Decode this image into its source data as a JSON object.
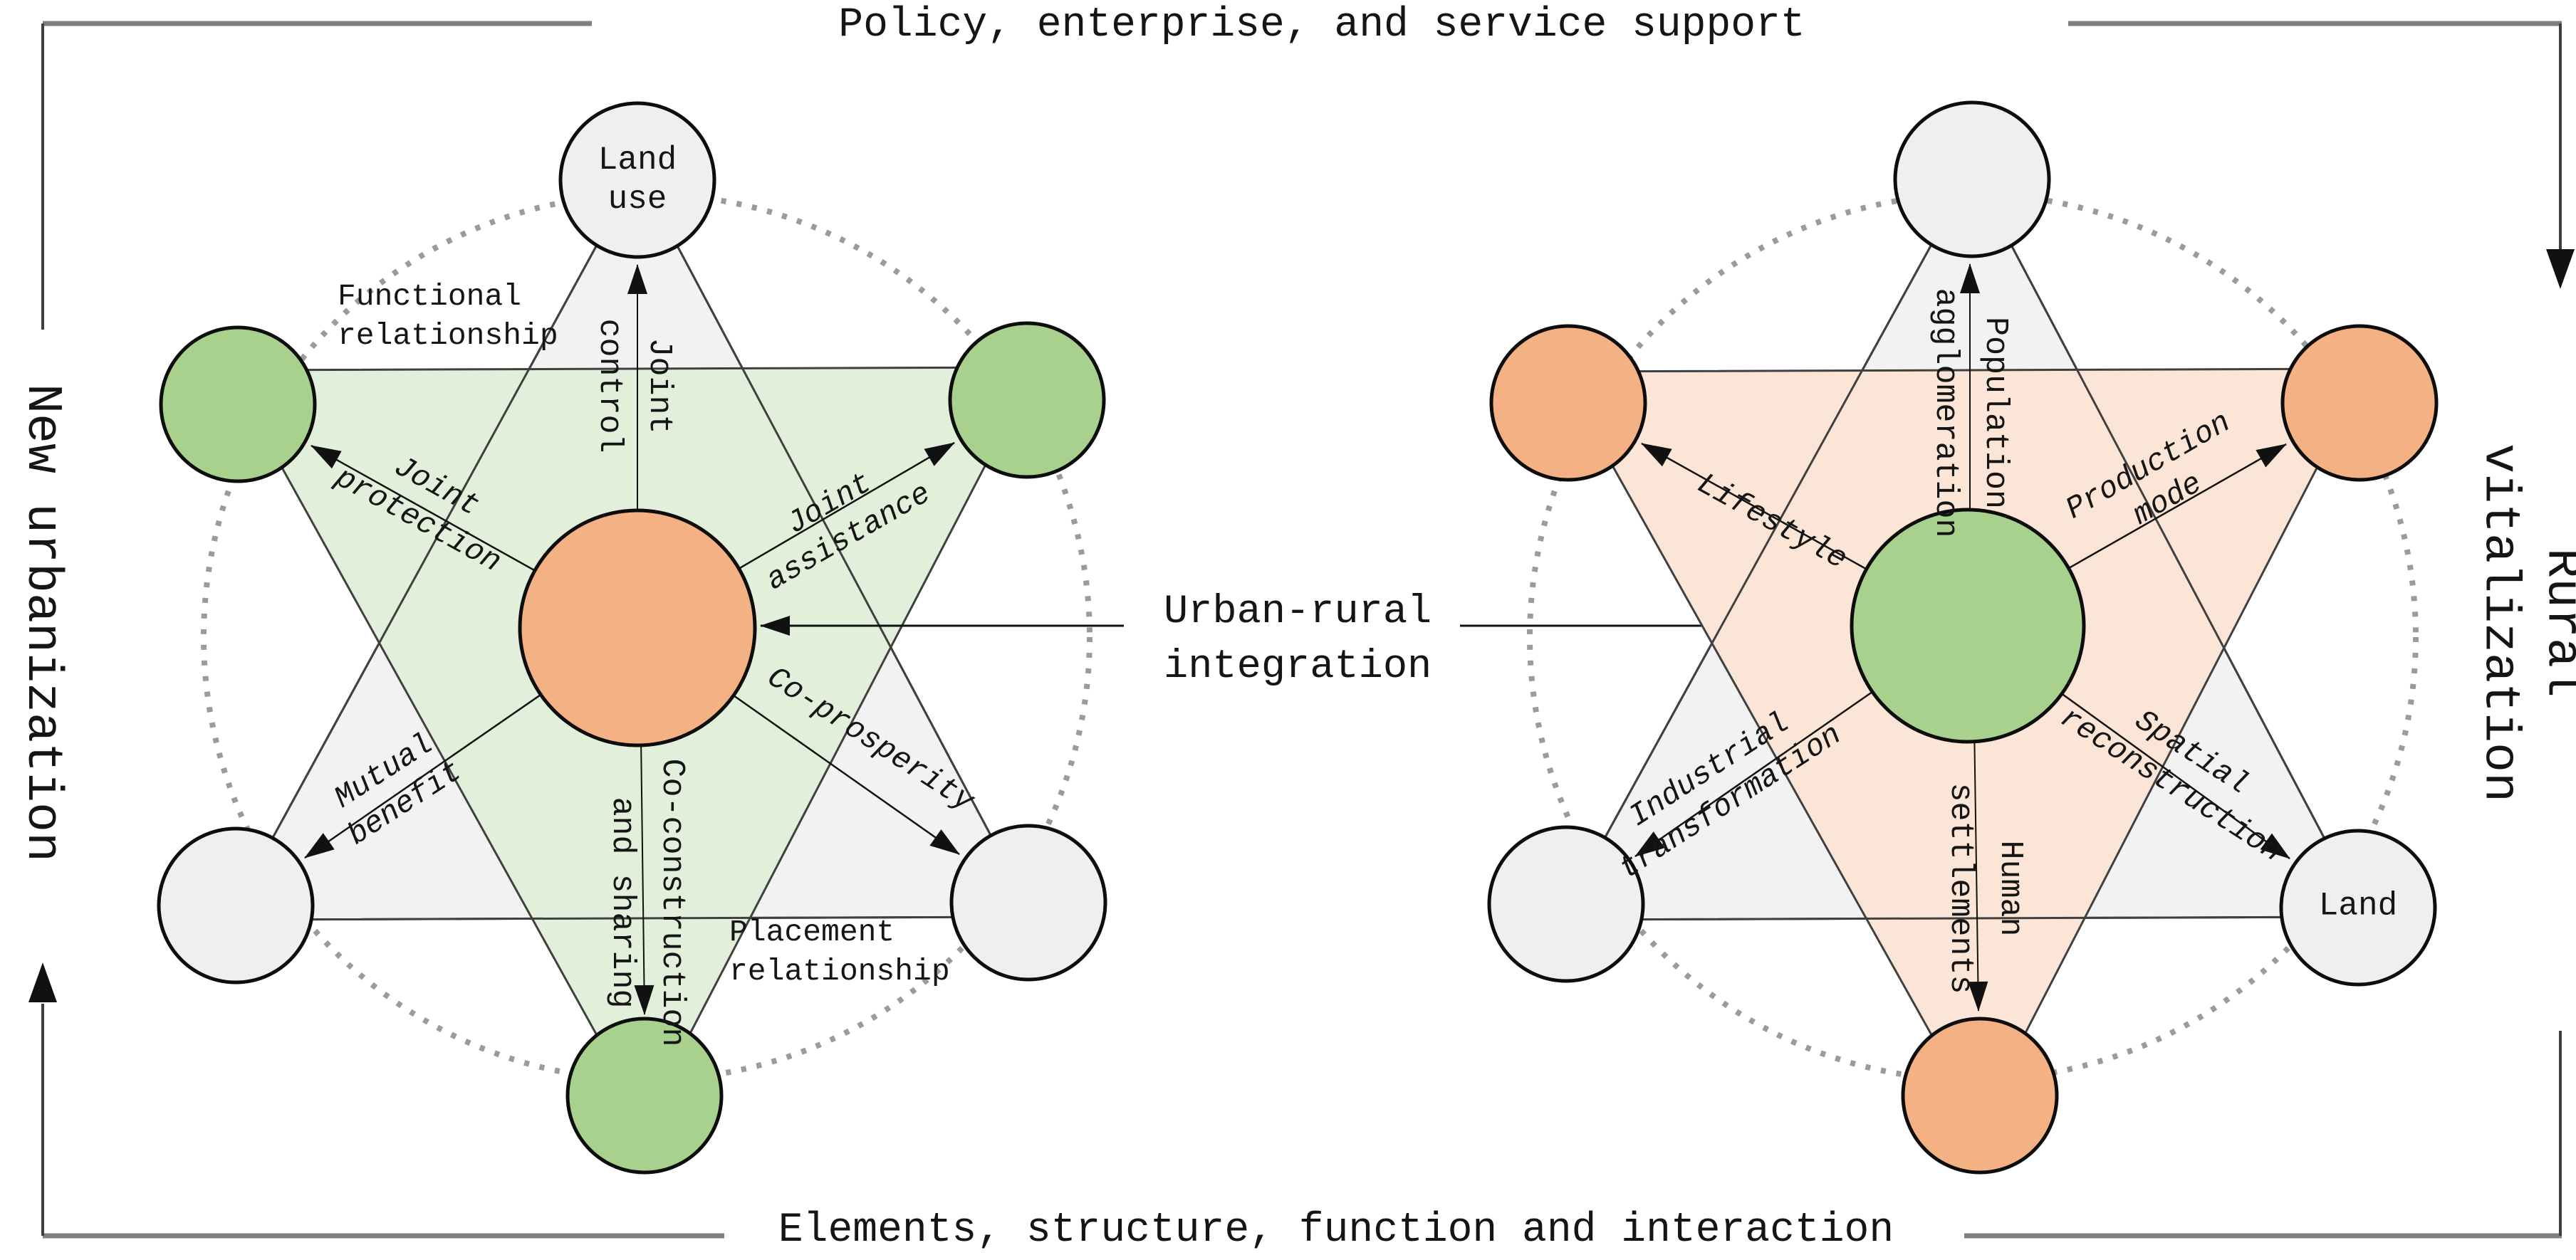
{
  "frame": {
    "top_label": "Policy, enterprise, and service support",
    "bottom_label": "Elements, structure, function and interaction",
    "left_label": "New urbanization",
    "right_label": "Rural vitalization",
    "center_label": "Urban-rural\nintegration"
  },
  "left_diagram": {
    "top_node_label": "Land\nuse",
    "region_labels": {
      "functional": "Functional\nrelationship",
      "placement": "Placement\nrelationship"
    },
    "arrow_labels": {
      "up": "Joint\ncontrol",
      "upper_left": "Joint\nprotection",
      "upper_right": "Joint\nassistance",
      "lower_left": "Mutual\nbenefit",
      "lower_right": "Co-prosperity",
      "down": "Co-construction\nand sharing"
    }
  },
  "right_diagram": {
    "bottom_right_node_label": "Land",
    "arrow_labels": {
      "up": "Population\nagglomeration",
      "upper_left": "Lifestyle",
      "upper_right": "Production\nmode",
      "lower_left": "Industrial\ntransformation",
      "lower_right": "Spatial\nreconstruction",
      "down": "Human\nsettlements"
    }
  },
  "colors": {
    "orange_node": "#f4b183",
    "green_node": "#a9d18e",
    "green_triangle": "#e2efda",
    "peach_triangle": "#fbe5d6",
    "gray_triangle": "#f2f2f2",
    "gray_node": "#efefef",
    "dotted_ring": "#9b9b9b",
    "frame_bar": "#7f7f7f",
    "line": "#1a1a1a"
  }
}
